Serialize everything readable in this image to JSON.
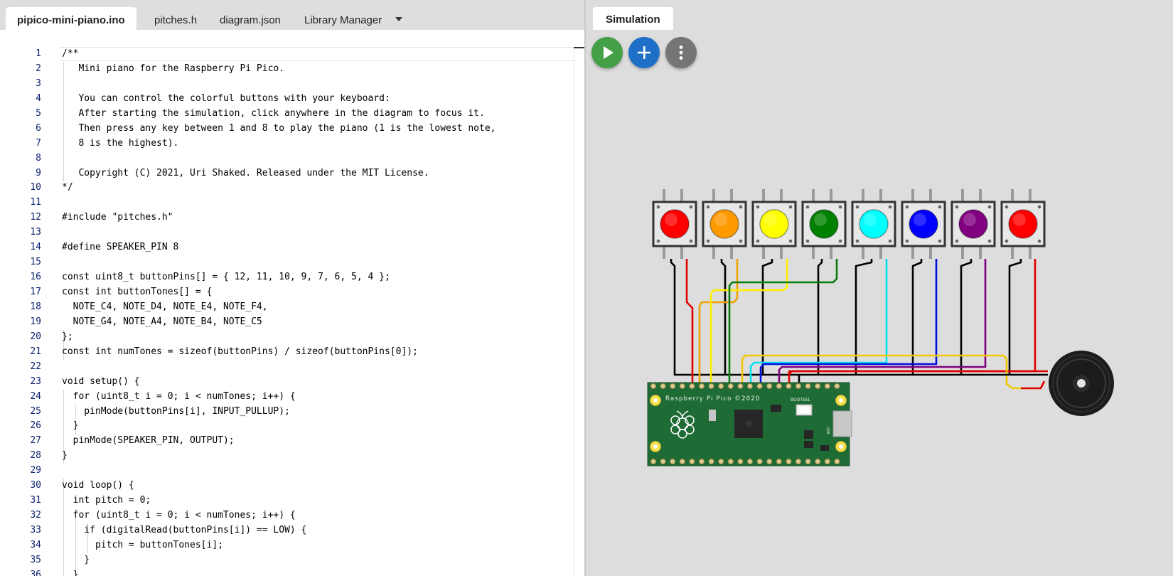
{
  "editor": {
    "tabs": [
      {
        "label": "pipico-mini-piano.ino",
        "active": true
      },
      {
        "label": "pitches.h"
      },
      {
        "label": "diagram.json"
      },
      {
        "label": "Library Manager"
      }
    ],
    "more_tabs_icon": "chevron-down-icon",
    "lines": [
      {
        "n": "1",
        "t": "/**"
      },
      {
        "n": "2",
        "t": "   Mini piano for the Raspberry Pi Pico."
      },
      {
        "n": "3",
        "t": ""
      },
      {
        "n": "4",
        "t": "   You can control the colorful buttons with your keyboard:"
      },
      {
        "n": "5",
        "t": "   After starting the simulation, click anywhere in the diagram to focus it."
      },
      {
        "n": "6",
        "t": "   Then press any key between 1 and 8 to play the piano (1 is the lowest note,"
      },
      {
        "n": "7",
        "t": "   8 is the highest)."
      },
      {
        "n": "8",
        "t": ""
      },
      {
        "n": "9",
        "t": "   Copyright (C) 2021, Uri Shaked. Released under the MIT License."
      },
      {
        "n": "10",
        "t": "*/"
      },
      {
        "n": "11",
        "t": ""
      },
      {
        "n": "12",
        "t": "#include \"pitches.h\""
      },
      {
        "n": "13",
        "t": ""
      },
      {
        "n": "14",
        "t": "#define SPEAKER_PIN 8"
      },
      {
        "n": "15",
        "t": ""
      },
      {
        "n": "16",
        "t": "const uint8_t buttonPins[] = { 12, 11, 10, 9, 7, 6, 5, 4 };"
      },
      {
        "n": "17",
        "t": "const int buttonTones[] = {"
      },
      {
        "n": "18",
        "t": "  NOTE_C4, NOTE_D4, NOTE_E4, NOTE_F4,"
      },
      {
        "n": "19",
        "t": "  NOTE_G4, NOTE_A4, NOTE_B4, NOTE_C5"
      },
      {
        "n": "20",
        "t": "};"
      },
      {
        "n": "21",
        "t": "const int numTones = sizeof(buttonPins) / sizeof(buttonPins[0]);"
      },
      {
        "n": "22",
        "t": ""
      },
      {
        "n": "23",
        "t": "void setup() {"
      },
      {
        "n": "24",
        "t": "  for (uint8_t i = 0; i < numTones; i++) {"
      },
      {
        "n": "25",
        "t": "    pinMode(buttonPins[i], INPUT_PULLUP);"
      },
      {
        "n": "26",
        "t": "  }"
      },
      {
        "n": "27",
        "t": "  pinMode(SPEAKER_PIN, OUTPUT);"
      },
      {
        "n": "28",
        "t": "}"
      },
      {
        "n": "29",
        "t": ""
      },
      {
        "n": "30",
        "t": "void loop() {"
      },
      {
        "n": "31",
        "t": "  int pitch = 0;"
      },
      {
        "n": "32",
        "t": "  for (uint8_t i = 0; i < numTones; i++) {"
      },
      {
        "n": "33",
        "t": "    if (digitalRead(buttonPins[i]) == LOW) {"
      },
      {
        "n": "34",
        "t": "      pitch = buttonTones[i];"
      },
      {
        "n": "35",
        "t": "    }"
      },
      {
        "n": "36",
        "t": "  }"
      }
    ]
  },
  "simulation": {
    "tab_label": "Simulation",
    "play_icon": "play-icon",
    "add_icon": "plus-icon",
    "menu_icon": "more-vertical-icon",
    "board_label": "Raspberry Pi Pico ©2020",
    "bootsel_label": "BOOTSEL",
    "usb_label": "USB",
    "button_colors": [
      "#ff0000",
      "#ff9900",
      "#ffff00",
      "#008000",
      "#00ffff",
      "#0000ff",
      "#800080",
      "#ff0000"
    ],
    "colors": {
      "play": "#43a047",
      "add": "#1e6fc8",
      "menu": "#757575",
      "board": "#1f6b35"
    }
  }
}
